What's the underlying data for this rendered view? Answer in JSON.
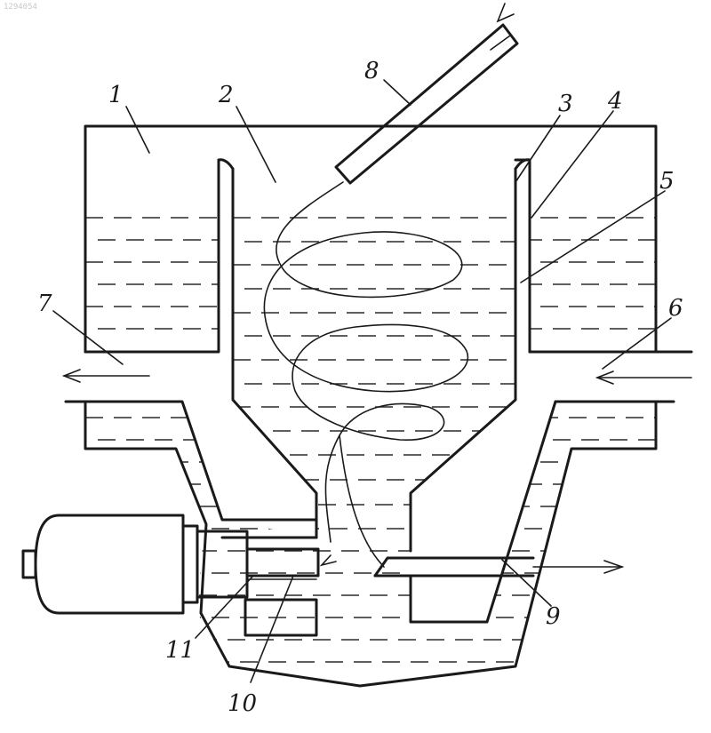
{
  "corner_id": "1294054",
  "callouts": [
    {
      "id": "1",
      "label": "1"
    },
    {
      "id": "2",
      "label": "2"
    },
    {
      "id": "3",
      "label": "3"
    },
    {
      "id": "4",
      "label": "4"
    },
    {
      "id": "5",
      "label": "5"
    },
    {
      "id": "6",
      "label": "6"
    },
    {
      "id": "7",
      "label": "7"
    },
    {
      "id": "8",
      "label": "8"
    },
    {
      "id": "9",
      "label": "9"
    },
    {
      "id": "10",
      "label": "10"
    },
    {
      "id": "11",
      "label": "11"
    }
  ]
}
